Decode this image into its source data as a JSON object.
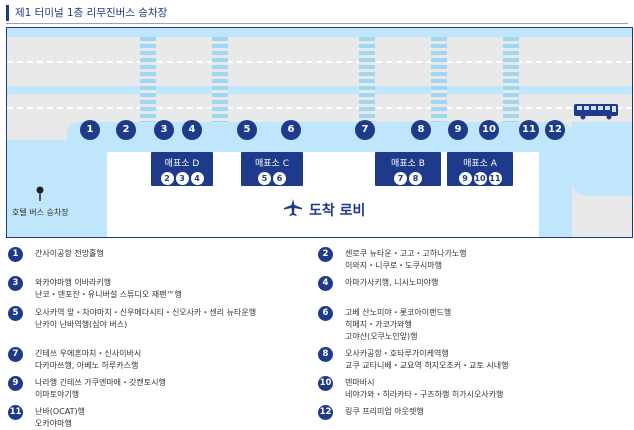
{
  "title": "제1 터미널 1층 리무진버스 승차장",
  "map": {
    "lobby_label": "도착 로비",
    "hotel_bus_label": "호텔 버스 승차장",
    "stops": [
      "1",
      "2",
      "3",
      "4",
      "5",
      "6",
      "7",
      "8",
      "9",
      "10",
      "11",
      "12"
    ],
    "booths": [
      {
        "label": "매표소 D",
        "stops": [
          "2",
          "3",
          "4"
        ]
      },
      {
        "label": "매표소 C",
        "stops": [
          "5",
          "6"
        ]
      },
      {
        "label": "매표소 B",
        "stops": [
          "7",
          "8"
        ]
      },
      {
        "label": "매표소 A",
        "stops": [
          "9",
          "10",
          "11"
        ]
      }
    ]
  },
  "legend": [
    {
      "num": "1",
      "lines": [
        "간사이공항 전망홀행"
      ]
    },
    {
      "num": "2",
      "lines": [
        "센로쿠 뉴타운・고고・고하나가노행",
        "이와지・니쿠로・도쿠시마행"
      ]
    },
    {
      "num": "3",
      "lines": [
        "와카야마행 이바라키행",
        "난코・덴포잔・유니버설 스튜디오 재팬™행"
      ]
    },
    {
      "num": "4",
      "lines": [
        "아마가사키행, 니시노미야행"
      ]
    },
    {
      "num": "5",
      "lines": [
        "오사카역 앞・차야마치・신우메다시티・신오사카・센리 뉴타운행",
        "난카이 난바역행(심야 버스)"
      ]
    },
    {
      "num": "6",
      "lines": [
        "고베 산노미야・롯코아이랜드행",
        "히메지・가코가와행",
        "고야산(오쿠노인앞)행"
      ]
    },
    {
      "num": "7",
      "lines": [
        "긴테쓰 우에혼마치・신사이바시",
        "다카마쓰행, 아베노 하루카스행"
      ]
    },
    {
      "num": "8",
      "lines": [
        "오사카공항・호타루가이케역행",
        "교쿠 교타니베・교요역 히지오조커・교토 시내행"
      ]
    },
    {
      "num": "9",
      "lines": [
        "나라행 긴테쓰 가쿠엔마에・갓켄토시행",
        "이마토야기행"
      ]
    },
    {
      "num": "10",
      "lines": [
        "덴마바시",
        "네야가와・히라카타・구즈하행 히가시오사카행"
      ]
    },
    {
      "num": "11",
      "lines": [
        "난바(OCAT)행",
        "오카야마행"
      ]
    },
    {
      "num": "12",
      "lines": [
        "링쿠 프리미엄 아웃렛행"
      ]
    }
  ],
  "colors": {
    "navy": "#1e3a8a",
    "sidewalk": "#bfe6fb",
    "crosswalk": "#9fd8f5",
    "road": "#e9e9e9"
  }
}
